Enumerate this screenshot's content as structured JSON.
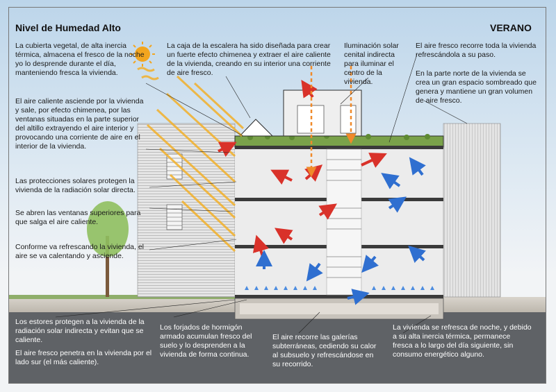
{
  "title_left": "Nivel de Humedad Alto",
  "title_right": "VERANO",
  "callouts_left": [
    "La cubierta vegetal, de alta inercia térmica, almacena el fresco de la noche yo lo desprende durante el día, manteniendo fresca la vivienda.",
    "El aire caliente asciende por la vivienda y sale, por efecto chimenea, por las ventanas situadas en la parte superior del altillo extrayendo el aire interior y provocando una corriente de aire en el interior de la vivienda.",
    "Las protecciones solares protegen la vivienda de la radiación solar directa.",
    "Se abren las ventanas superiores para que salga el aire caliente.",
    "Conforme va refrescando la vivienda, el aire se va calentando y asciende."
  ],
  "callout_stair": "La caja de la escalera ha sido diseñada para crear un fuerte efecto chimenea y extraer el aire caliente de la vivienda, creando en su interior una corriente de aire fresco.",
  "callout_light": "Iluminación solar cenital indirecta para iluminar el centro de la vivienda.",
  "callouts_right": [
    "El aire fresco recorre toda la vivienda refrescándola a su paso.",
    "En la parte norte de la vivienda se crea un gran espacio sombreado que genera y mantiene un gran volumen de aire fresco."
  ],
  "bottom_notes": [
    "Los estores protegen a la vivienda de la radiación solar indirecta y evitan que se caliente.",
    "El aire fresco penetra en la vivienda por el lado sur (el más caliente).",
    "Los forjados de hormigón armado acumulan fresco del suelo y lo desprenden a la vivienda de forma continua.",
    "El aire recorre las galerías subterráneas, cediendo su calor al subsuelo y refrescándose en su recorrido.",
    "La vivienda se refresca de noche, y debido a su alta inercia térmica, permanece fresca a lo largo del día siguiente, sin consumo energético alguno."
  ],
  "colors": {
    "hot_air": "#d9322a",
    "cool_air": "#2f6fd0",
    "sun": "#f2a51f",
    "sky": "#bcd5ea",
    "bottom_band": "#5f6266",
    "vegetation": "#6f9a3c"
  }
}
